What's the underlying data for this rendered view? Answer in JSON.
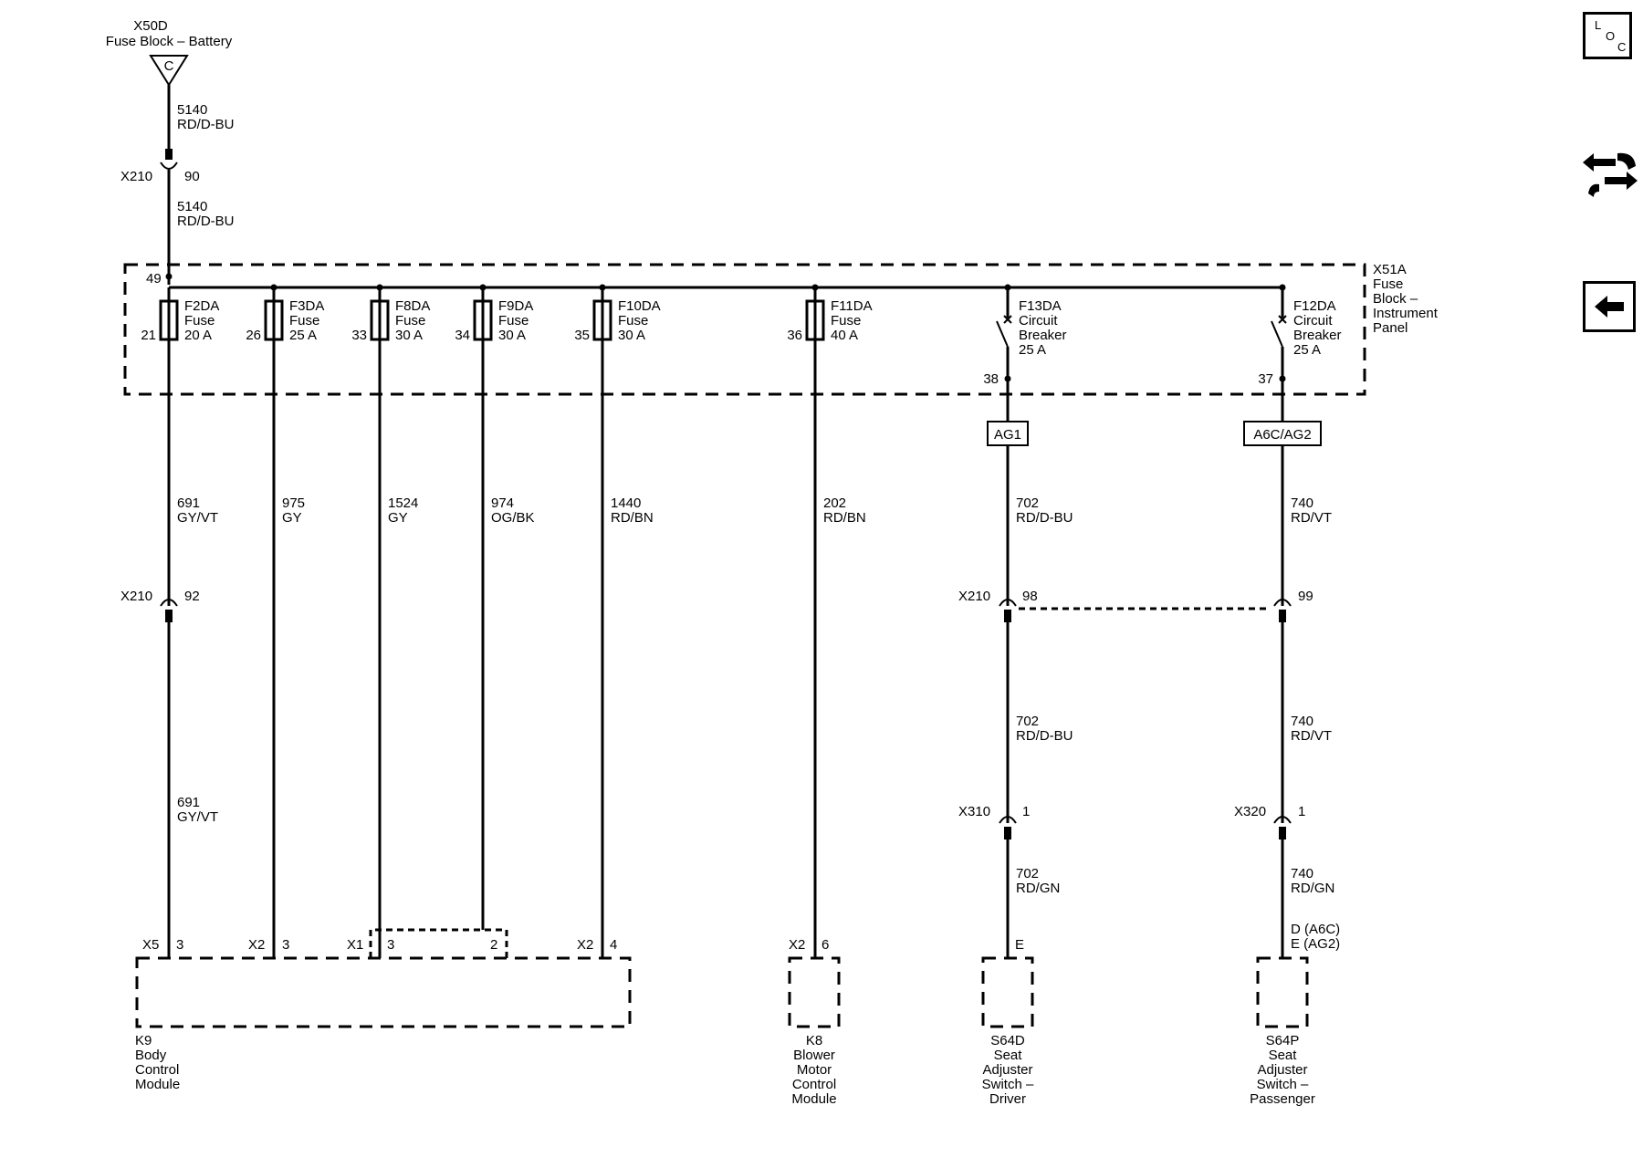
{
  "source": {
    "id": "X50D",
    "name": "Fuse Block – Battery",
    "terminal": "C"
  },
  "feed": {
    "upper_wire": {
      "circuit": "5140",
      "color": "RD/D-BU"
    },
    "connector": {
      "id": "X210",
      "pin": "90"
    },
    "lower_wire": {
      "circuit": "5140",
      "color": "RD/D-BU"
    },
    "input_pin": "49"
  },
  "fuse_block": {
    "id": "X51A",
    "name": [
      "Fuse",
      "Block –",
      "Instrument",
      "Panel"
    ]
  },
  "fuses": [
    {
      "name": "F2DA",
      "type": "Fuse",
      "rating": "20 A",
      "pin": "21"
    },
    {
      "name": "F3DA",
      "type": "Fuse",
      "rating": "25 A",
      "pin": "26"
    },
    {
      "name": "F8DA",
      "type": "Fuse",
      "rating": "30 A",
      "pin": "33"
    },
    {
      "name": "F9DA",
      "type": "Fuse",
      "rating": "30 A",
      "pin": "34"
    },
    {
      "name": "F10DA",
      "type": "Fuse",
      "rating": "30 A",
      "pin": "35"
    },
    {
      "name": "F11DA",
      "type": "Fuse",
      "rating": "40 A",
      "pin": "36"
    }
  ],
  "breakers": [
    {
      "name": "F13DA",
      "type": [
        "Circuit",
        "Breaker"
      ],
      "rating": "25 A",
      "pin": "38",
      "option": "AG1"
    },
    {
      "name": "F12DA",
      "type": [
        "Circuit",
        "Breaker"
      ],
      "rating": "25 A",
      "pin": "37",
      "option": "A6C/AG2"
    }
  ],
  "wires": [
    {
      "circuit": "691",
      "color": "GY/VT"
    },
    {
      "circuit": "975",
      "color": "GY"
    },
    {
      "circuit": "1524",
      "color": "GY"
    },
    {
      "circuit": "974",
      "color": "OG/BK"
    },
    {
      "circuit": "1440",
      "color": "RD/BN"
    },
    {
      "circuit": "202",
      "color": "RD/BN"
    },
    {
      "circuit": "702",
      "color": "RD/D-BU"
    },
    {
      "circuit": "740",
      "color": "RD/VT"
    }
  ],
  "inline_x210": [
    {
      "connector": "X210",
      "pin": "92",
      "wire_below": {
        "circuit": "691",
        "color": "GY/VT"
      }
    },
    {
      "connector": "X210",
      "pin": "98",
      "wire_below": {
        "circuit": "702",
        "color": "RD/D-BU"
      }
    },
    {
      "connector": "",
      "pin": "99",
      "wire_below": {
        "circuit": "740",
        "color": "RD/VT"
      }
    }
  ],
  "inline_seat": [
    {
      "connector": "X310",
      "pin": "1",
      "wire_below": {
        "circuit": "702",
        "color": "RD/GN"
      }
    },
    {
      "connector": "X320",
      "pin": "1",
      "wire_below": {
        "circuit": "740",
        "color": "RD/GN"
      }
    }
  ],
  "bcm_pins": [
    {
      "connector": "X5",
      "pin": "3"
    },
    {
      "connector": "X2",
      "pin": "3"
    },
    {
      "connector": "X1",
      "pin": "3"
    },
    {
      "connector": "",
      "pin": "2"
    },
    {
      "connector": "X2",
      "pin": "4"
    }
  ],
  "modules": [
    {
      "id": "K9",
      "name": [
        "Body",
        "Control",
        "Module"
      ]
    },
    {
      "id": "K8",
      "name": [
        "Blower",
        "Motor",
        "Control",
        "Module"
      ],
      "connector": "X2",
      "pin": "6"
    },
    {
      "id": "S64D",
      "name": [
        "Seat",
        "Adjuster",
        "Switch –",
        "Driver"
      ],
      "pin": "E"
    },
    {
      "id": "S64P",
      "name": [
        "Seat",
        "Adjuster",
        "Switch –",
        "Passenger"
      ],
      "pins": [
        "D (A6C)",
        "E (AG2)"
      ]
    }
  ],
  "nav": {
    "loc_letters": [
      "L",
      "O",
      "C"
    ],
    "icons": [
      "loc-icon",
      "connector-swap-icon",
      "back-arrow-icon"
    ]
  }
}
